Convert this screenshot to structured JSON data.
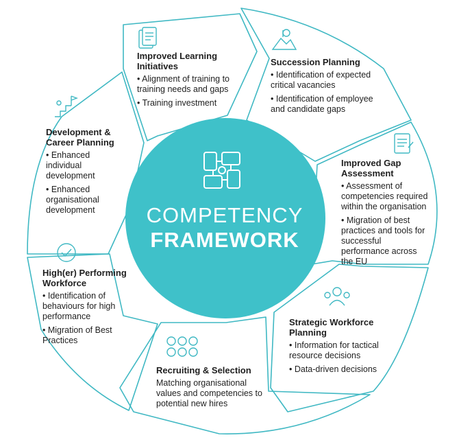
{
  "colors": {
    "teal": "#3fc1c9",
    "outline": "#3fb8c3",
    "text": "#1f1f1f",
    "white": "#ffffff"
  },
  "center": {
    "line1": "COMPETENCY",
    "line2": "FRAMEWORK",
    "icon": "hands-puzzle-icon"
  },
  "segments": [
    {
      "id": "learning",
      "icon": "document-icon",
      "title": "Improved Learning Initiatives",
      "bullets": [
        "• Alignment of training to training needs and gaps",
        "• Training investment"
      ]
    },
    {
      "id": "succession",
      "icon": "summit-flag-icon",
      "title": "Succession Planning",
      "bullets": [
        "• Identification of expected  critical vacancies",
        "• Identification of employee and candidate gaps"
      ]
    },
    {
      "id": "gap",
      "icon": "clipboard-icon",
      "title": "Improved Gap Assessment",
      "bullets": [
        "• Assessment of competencies required within the organisation",
        "• Migration of best practices and tools for successful performance across the EU"
      ]
    },
    {
      "id": "workforce",
      "icon": "team-icon",
      "title": "Strategic Workforce Planning",
      "bullets": [
        "• Information for tactical resource decisions",
        "• Data-driven decisions"
      ]
    },
    {
      "id": "recruiting",
      "icon": "people-grid-icon",
      "title": "Recruiting & Selection",
      "bullets": [
        "Matching organisational values and competencies to potential new hires"
      ]
    },
    {
      "id": "performing",
      "icon": "check-circle-icon",
      "title": "High(er) Performing Workforce",
      "bullets": [
        "• Identification of behaviours for high performance",
        "• Migration of Best Practices"
      ]
    },
    {
      "id": "development",
      "icon": "career-steps-icon",
      "title": "Development & Career Planning",
      "bullets": [
        "• Enhanced individual development",
        "• Enhanced organisational development"
      ]
    }
  ]
}
